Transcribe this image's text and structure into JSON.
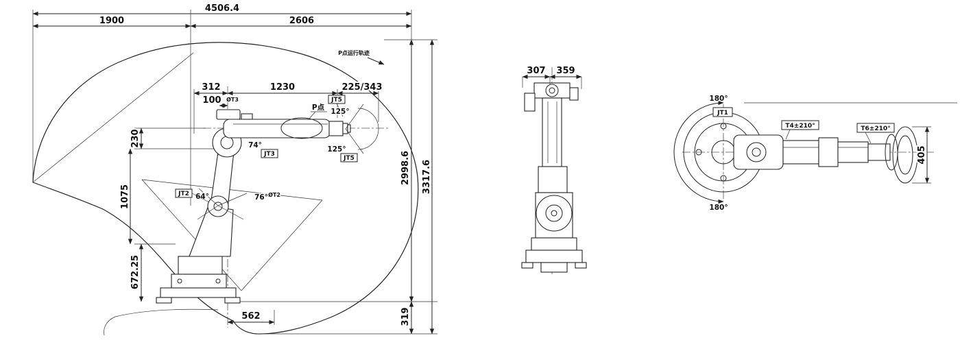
{
  "side": {
    "total": "4506.4",
    "span_left": "1900",
    "span_right": "2606",
    "height_upper": "2998.6",
    "height_total": "3317.6",
    "height_below": "319",
    "offset_230": "230",
    "offset_1075": "1075",
    "offset_672": "672.25",
    "offset_562": "562",
    "reach_312": "312",
    "reach_1230": "1230",
    "reach_225": "225/343",
    "reach_100": "100",
    "tag_t3": "ØT3",
    "tag_t2": "ØT2",
    "angle_jt5_up": "125°",
    "angle_jt5_down": "125°",
    "angle_jt3": "74°",
    "angle_jt2_back": "64°",
    "angle_jt2_fwd": "76°",
    "jt5_top": "JT5",
    "jt5_bottom": "JT5",
    "jt3": "JT3",
    "jt2": "JT2",
    "p_point": "P点",
    "p_track": "P点运行轨迹"
  },
  "front": {
    "width_left": "307",
    "width_right": "359"
  },
  "top": {
    "angle_top": "180°",
    "angle_bottom": "180°",
    "jt1": "JT1",
    "t4": "T4±210°",
    "t6": "T6±210°",
    "flange_405": "405"
  }
}
